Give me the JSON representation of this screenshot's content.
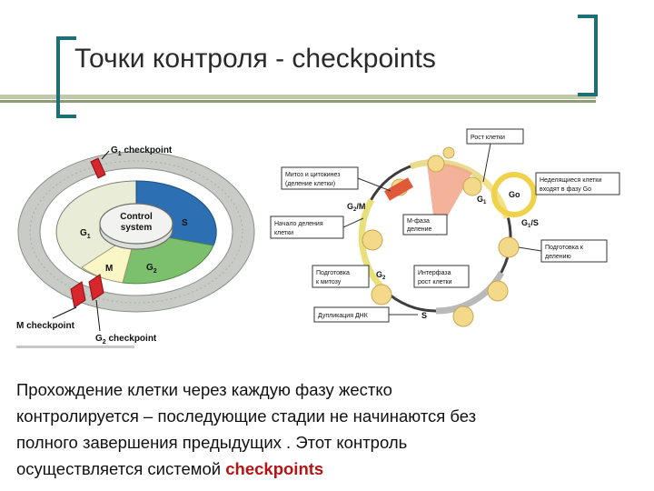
{
  "slide": {
    "title": "Точки контроля - checkpoints",
    "colors": {
      "bracket": "#1f6f77",
      "rule_top": "#c0c9a8",
      "rule_bottom": "#8e9a78",
      "accent": "#b41414"
    }
  },
  "left_diagram": {
    "g1_checkpoint": [
      "G",
      "1",
      " checkpoint"
    ],
    "control_system": [
      "Control",
      "system"
    ],
    "phases": {
      "g1": [
        "G",
        "1"
      ],
      "s": "S",
      "g2": [
        "G",
        "2"
      ],
      "m": "M"
    },
    "m_checkpoint": "M checkpoint",
    "g2_checkpoint": [
      "G",
      "2",
      " checkpoint"
    ]
  },
  "right_diagram": {
    "cell_growth": "Рост клетки",
    "mitosis_cytokinesis": [
      "Митоз и цитокинез",
      "(деление клетки)"
    ],
    "g2m": [
      "G",
      "2",
      "/M"
    ],
    "g1": [
      "G",
      "1"
    ],
    "g0": "Go",
    "g1s": [
      "G",
      "1",
      "/S"
    ],
    "non_dividing": [
      "Неделящиеся клетки",
      "входят в фазу Go"
    ],
    "division_start": [
      "Начало деления",
      "клетки"
    ],
    "m_phase": [
      "М-фаза",
      "деление"
    ],
    "prep_division": [
      "Подготовка к",
      "делению"
    ],
    "prep_mitosis": [
      "Подготовка",
      "к митозу"
    ],
    "g2": [
      "G",
      "2"
    ],
    "interphase": [
      "Интерфаза",
      "рост клетки"
    ],
    "dna_duplication": "Дупликация ДНК",
    "s": "S"
  },
  "paragraph": {
    "lines": [
      "Прохождение клетки через каждую фазу жестко",
      "контролируется – последующие стадии не начинаются без",
      "полного завершения предыдущих . Этот контроль",
      "осуществляется системой "
    ],
    "highlight": "checkpoints"
  }
}
